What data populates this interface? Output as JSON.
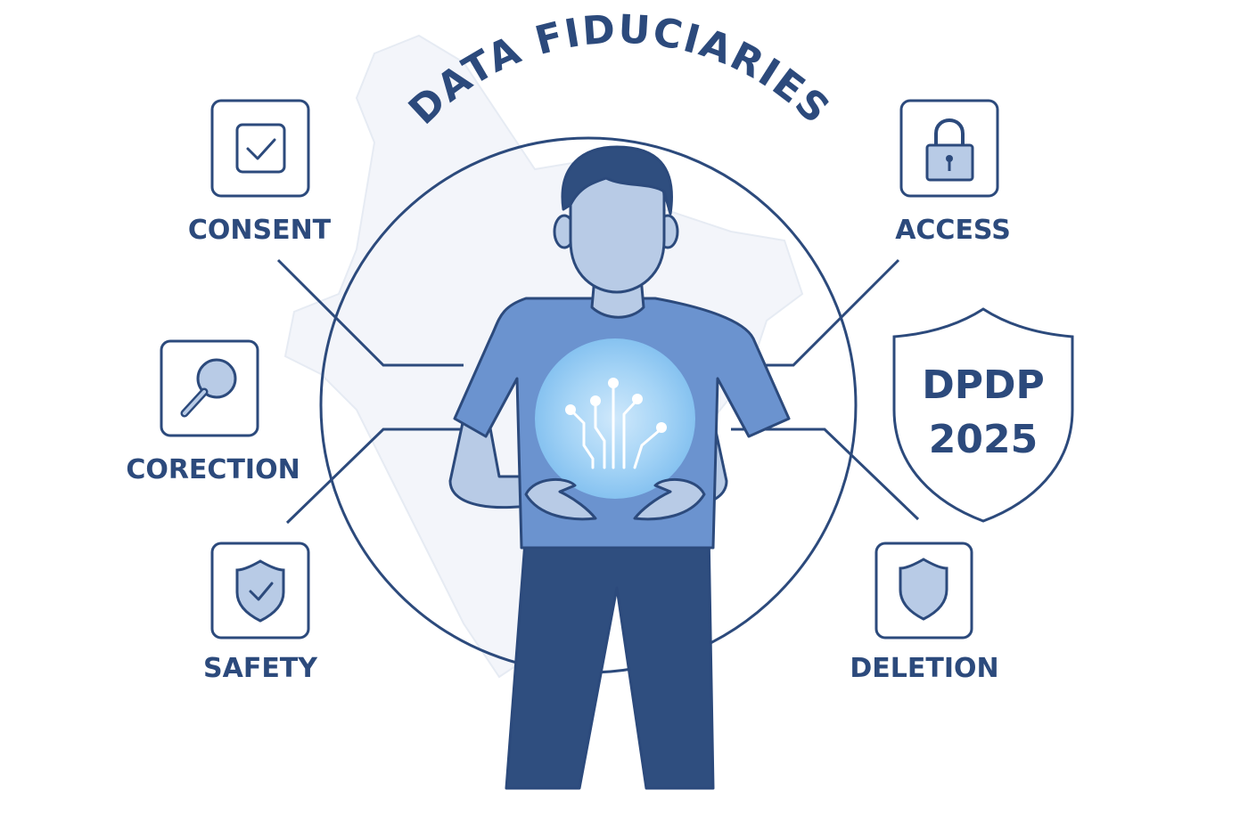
{
  "title": "DATA FIDUCIARIES",
  "badge": {
    "line1": "DPDP",
    "line2": "2025"
  },
  "rights": {
    "consent": "CONSENT",
    "correction": "CORECTION",
    "safety": "SAFETY",
    "access": "ACCESS",
    "deletion": "DELETION"
  },
  "icons": {
    "consent": "checkbox-icon",
    "correction": "magnifier-icon",
    "safety": "shield-check-icon",
    "access": "padlock-icon",
    "deletion": "shield-icon",
    "badge": "shield-badge-icon",
    "person": "person-icon",
    "orb": "circuit-orb-icon"
  },
  "colors": {
    "navy": "#2c4a7c",
    "shirt": "#6b93cf",
    "skin": "#b8cbe6",
    "hair": "#2f4e7f",
    "pants": "#2f4e7f",
    "orb": "#8ec8f3"
  }
}
